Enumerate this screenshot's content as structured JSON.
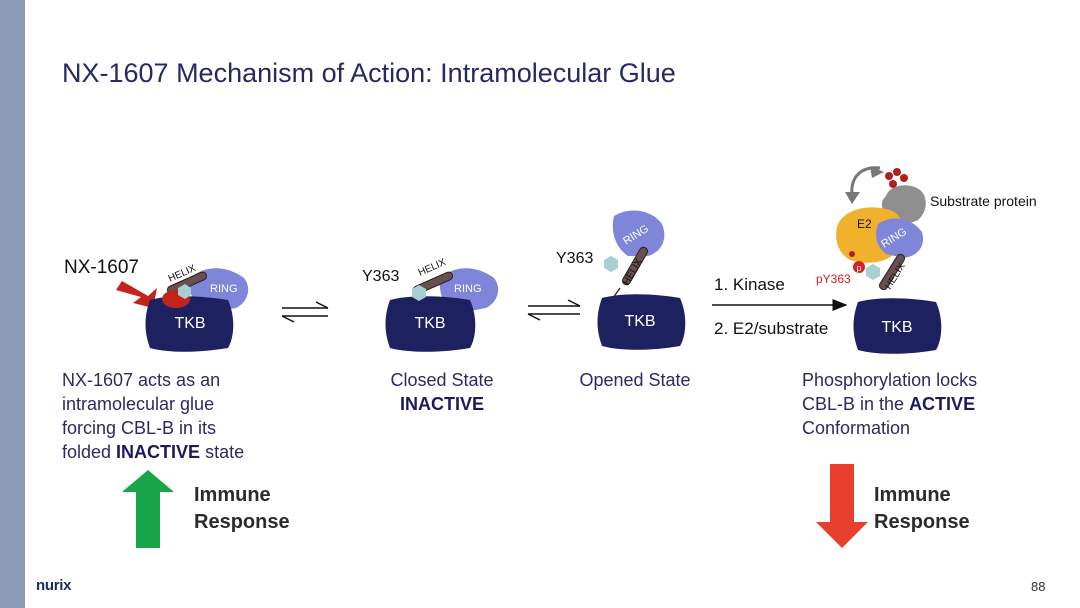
{
  "slide": {
    "title": "NX-1607 Mechanism of Action: Intramolecular Glue",
    "page_number": "88",
    "logo_text": "nurix"
  },
  "diagram": {
    "drug_label": "NX-1607",
    "domain_tkb": "TKB",
    "domain_ring": "RING",
    "domain_helix": "HELIX",
    "residue": "Y363",
    "phospho_residue": "pY363",
    "phospho_mark": "p",
    "e2_label": "E2",
    "substrate_label": "Substrate protein",
    "step1_label": "1. Kinase",
    "step2_label": "2. E2/substrate"
  },
  "captions": {
    "glue": {
      "line1": "NX-1607 acts as an",
      "line2": "intramolecular glue",
      "line3": "forcing CBL-B in its",
      "line4_prefix": "folded ",
      "line4_bold": "INACTIVE",
      "line4_suffix": " state"
    },
    "closed": {
      "line1": "Closed State",
      "line2": "INACTIVE"
    },
    "opened": {
      "line1": "Opened State"
    },
    "phos": {
      "line1": "Phosphorylation locks",
      "line2_prefix": "CBL-B in the ",
      "line2_bold": "ACTIVE",
      "line3": "Conformation"
    }
  },
  "immune_up": {
    "line1": "Immune",
    "line2": "Response",
    "direction": "up",
    "color": "#19a54a"
  },
  "immune_down": {
    "line1": "Immune",
    "line2": "Response",
    "direction": "down",
    "color": "#e8402e"
  },
  "colors": {
    "tkb": "#1e2160",
    "ring": "#7f85d8",
    "helix": "#6b4f4f",
    "y363": "#a8d0d0",
    "drug": "#c4231c",
    "e2": "#f0b12d",
    "substrate": "#8f8f8f",
    "ubiquitin": "#b31d1d"
  }
}
